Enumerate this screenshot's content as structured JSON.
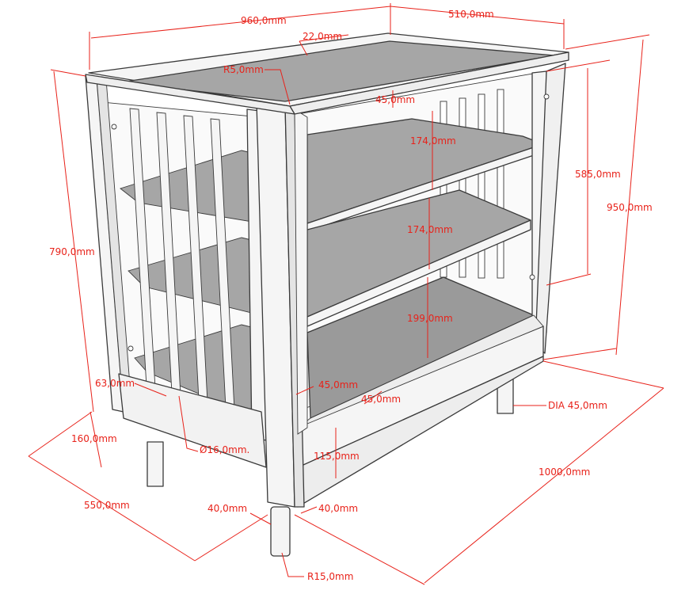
{
  "colors": {
    "dimension": "#e8221a",
    "edge": "#3a3a3a",
    "board": "#a6a6a6",
    "board_dark": "#9a9a9a",
    "frame": "#f5f5f5",
    "frame_shade": "#e4e4e4",
    "background": "#ffffff"
  },
  "dimensions": {
    "top_width": "960,0mm",
    "top_depth": "510,0mm",
    "top_rim": "22,0mm",
    "corner_radius": "R5,0mm",
    "shelf_gap_top": "45,0mm",
    "shelf_spacing_1": "174,0mm",
    "shelf_spacing_2": "174,0mm",
    "shelf_spacing_3": "199,0mm",
    "inner_height": "585,0mm",
    "total_height": "950,0mm",
    "body_height": "790,0mm",
    "rail_63": "63,0mm",
    "base_45_a": "45,0mm",
    "base_45_b": "45,0mm",
    "leg_dia": "DIA 45,0mm",
    "leg_height": "160,0mm",
    "bar_dia": "Ø16,0mm.",
    "apron_115": "115,0mm",
    "leg_depth": "550,0mm",
    "post_40_a": "40,0mm",
    "post_40_b": "40,0mm",
    "total_length": "1000,0mm",
    "leg_radius": "R15,0mm"
  }
}
